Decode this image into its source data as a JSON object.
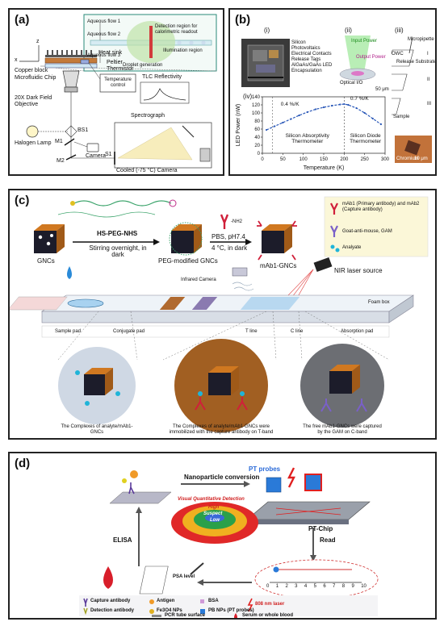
{
  "panel_a": {
    "tag": "(a)",
    "labels": {
      "heat_sink": "Heat sink",
      "copper_block": "Copper block",
      "microfluidic_chip": "Microfluidic Chip",
      "peltier": "Peltier",
      "thermistor": "Thermistor",
      "temperature_control": "Temperature control",
      "objective": "20X Dark Field Objective",
      "halogen_lamp": "Halogen Lamp",
      "camera": "Camera",
      "bs1": "BS1",
      "m1": "M1",
      "m2": "M2",
      "s1": "S1",
      "tlc": "TLC Reflectivity",
      "spectrograph": "Spectrograph",
      "cooled_camera": "Cooled (-75 °C) Camera",
      "axis_x": "x",
      "axis_z": "z",
      "inset_flow1": "Aqueous flow 1",
      "inset_flow2": "Aqueous flow 2",
      "inset_flow3": "Aqueous flow 3",
      "inset_detect": "Detection region for calorimetric readout",
      "inset_illum": "Illumination region",
      "inset_droplet": "Droplet generation"
    }
  },
  "panel_b": {
    "tag": "(b)",
    "sub_i": "(i)",
    "sub_ii": "(ii)",
    "sub_iii": "(iii)",
    "sub_iv": "(iv)",
    "legend_items": [
      "Silicon",
      "Photovoltaics",
      "Electrical Contacts",
      "Release Tags",
      "AlGaAs/GaAs LED",
      "Encapsulation"
    ],
    "input_power": "Input Power",
    "output_power": "Output Power",
    "optical_io": "Optical I/O",
    "scale_50": "50 μm",
    "micropipette": "Micropipette",
    "owc": "OWC",
    "release_substrate": "Release Substrate",
    "sample": "Sample",
    "chromium": "Chromium",
    "roman": [
      "I",
      "II",
      "III"
    ],
    "scale_small": "10 μm"
  },
  "chart_data": {
    "type": "line",
    "xlabel": "Temperature (K)",
    "ylabel": "LED Power (nW)",
    "xlim": [
      0,
      300
    ],
    "ylim": [
      0,
      140
    ],
    "xticks": [
      0,
      50,
      100,
      150,
      200,
      250,
      300
    ],
    "yticks": [
      0,
      20,
      40,
      60,
      80,
      100,
      120,
      140
    ],
    "x": [
      10,
      30,
      50,
      70,
      90,
      110,
      130,
      150,
      170,
      190,
      200,
      210,
      230,
      250,
      270,
      290
    ],
    "values": [
      58,
      67,
      76,
      85,
      94,
      102,
      109,
      114,
      118,
      121,
      122,
      120,
      112,
      100,
      86,
      72
    ],
    "vline": 200,
    "annotations": {
      "rate_left": "0.4 %/K",
      "rate_right": "0.7 %/K",
      "region_left": "Silicon Absorptivity Thermometer",
      "region_right": "Silicon Diode Thermometer"
    }
  },
  "panel_c": {
    "tag": "(c)",
    "hs_peg_nhs": "HS-PEG-NHS",
    "stirring": "Stirring overnight, in dark",
    "pbs": "PBS, pH7.4",
    "pbs2": "4 °C, in dark",
    "gncs": "GNCs",
    "peg_gncs": "PEG-modified GNCs",
    "mab_gncs": "mAb1-GNCs",
    "nh2": "-NH2",
    "legend_mab": "mAb1 (Primary antibody) and mAb2 (Capture antibody)",
    "legend_gam": "Goat-anti-mouse, GAM",
    "legend_analyte": "Analyate",
    "nir": "NIR laser source",
    "ir_camera": "Infrared Camera",
    "foam_box": "Foam box",
    "sample_pad": "Sample pad",
    "conjugate_pad": "Conjugate pad",
    "t_line": "T line",
    "c_line": "C line",
    "absorption_pad": "Absorption pad",
    "caption_1": "The Complexes of analyte/mAb1-GNCs",
    "caption_2": "The Complexes of analyte/mAb1-GNCs were immobilized with the capture antibody on T-band",
    "caption_3": "The free mAb1-GNCs were captured by the GAM on C-band"
  },
  "panel_d": {
    "tag": "(d)",
    "nano_conv": "Nanoparticle conversion",
    "pt_probes": "PT probes",
    "elisa": "ELISA",
    "read": "Read",
    "pt_chip": "PT-Chip",
    "vqd": "Visual Quantitative Detection",
    "high": "High",
    "suspect": "Suspect",
    "low": "Low",
    "psa_level": "PSA level",
    "ruler_ticks": [
      "0",
      "1",
      "2",
      "3",
      "4",
      "5",
      "6",
      "7",
      "8",
      "9",
      "10"
    ],
    "legend": {
      "capture_antibody": "Capture antibody",
      "antigen": "Antigen",
      "bsa": "BSA",
      "laser": "808 nm laser",
      "detection_antibody": "Detection antibody",
      "fe3o4": "Fe3O4 NPs",
      "pb_nps": "PB NPs (PT probes)",
      "pcr": "PCR tube surface",
      "serum": "Serum or whole blood"
    }
  }
}
